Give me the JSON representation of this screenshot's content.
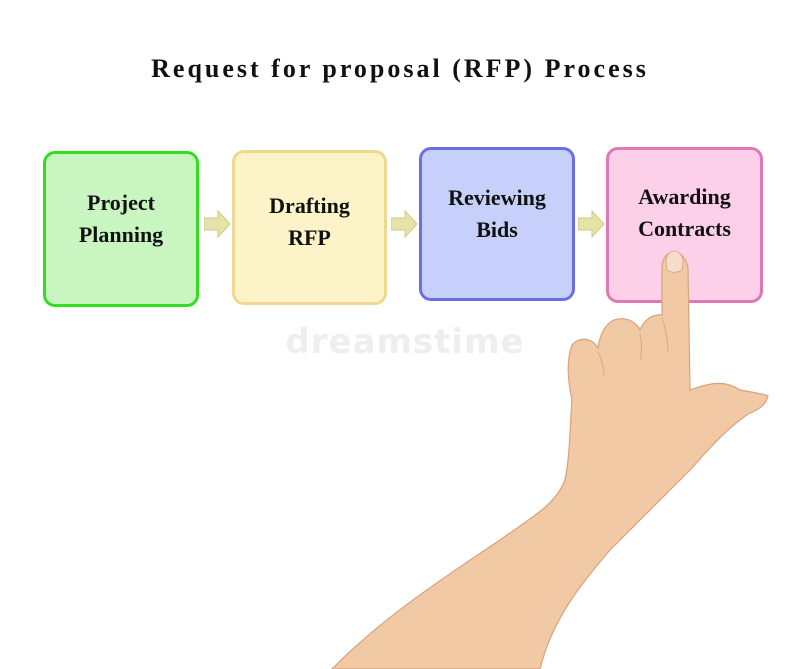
{
  "title": "Request for proposal (RFP) Process",
  "steps": [
    {
      "label": "Project\nPlanning",
      "fill": "#c9f5c0",
      "border": "#33dd22"
    },
    {
      "label": "Drafting\nRFP",
      "fill": "#fdf3c8",
      "border": "#f0d890"
    },
    {
      "label": "Reviewing\nBids",
      "fill": "#c6d0fb",
      "border": "#6a70e0"
    },
    {
      "label": "Awarding\nContracts",
      "fill": "#fbd0e8",
      "border": "#e078b8"
    }
  ],
  "arrow_color": "#e6e2a8",
  "watermark": "dreamstime",
  "skin_color": "#f2c9a5"
}
